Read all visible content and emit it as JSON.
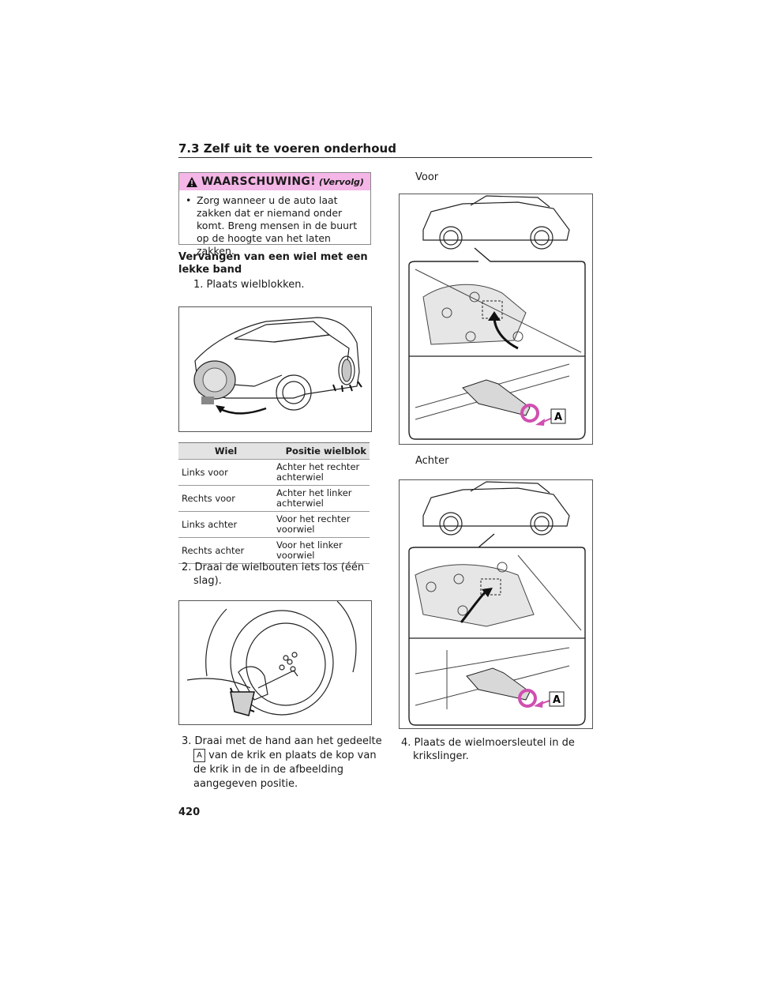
{
  "section": {
    "title": "7.3  Zelf uit te voeren onderhoud"
  },
  "warning": {
    "title": "WAARSCHUWING!",
    "suffix": "(Vervolg)",
    "bullet": "•",
    "text": "Zorg wanneer u de auto laat zakken dat er niemand onder komt. Breng mensen in de buurt op de hoogte van het laten zakken."
  },
  "heading": "Vervangen van een wiel met een lekke band",
  "steps": [
    {
      "num": "1.",
      "text": "Plaats wielblokken."
    },
    {
      "num": "2.",
      "text": "Draai de wielbouten iets los (één slag)."
    },
    {
      "num": "3.",
      "text_a": "Draai met de hand aan het gedeelte",
      "key": "A",
      "text_b": "van de krik en plaats de kop van de krik in de in de afbeelding aangegeven positie."
    },
    {
      "num": "4.",
      "text": "Plaats de wielmoersleutel in de krikslinger."
    }
  ],
  "table": {
    "headers": [
      "Wiel",
      "Positie wielblok"
    ],
    "rows": [
      [
        "Links voor",
        "Achter het rechter achterwiel"
      ],
      [
        "Rechts voor",
        "Achter het linker achterwiel"
      ],
      [
        "Links achter",
        "Voor het rechter voorwiel"
      ],
      [
        "Rechts achter",
        "Voor het linker voorwiel"
      ]
    ]
  },
  "figures": {
    "front_label": "Voor",
    "rear_label": "Achter",
    "callout": "A"
  },
  "page_number": "420",
  "colors": {
    "accent": "#f4b6e6",
    "magenta": "#d04fb0"
  }
}
